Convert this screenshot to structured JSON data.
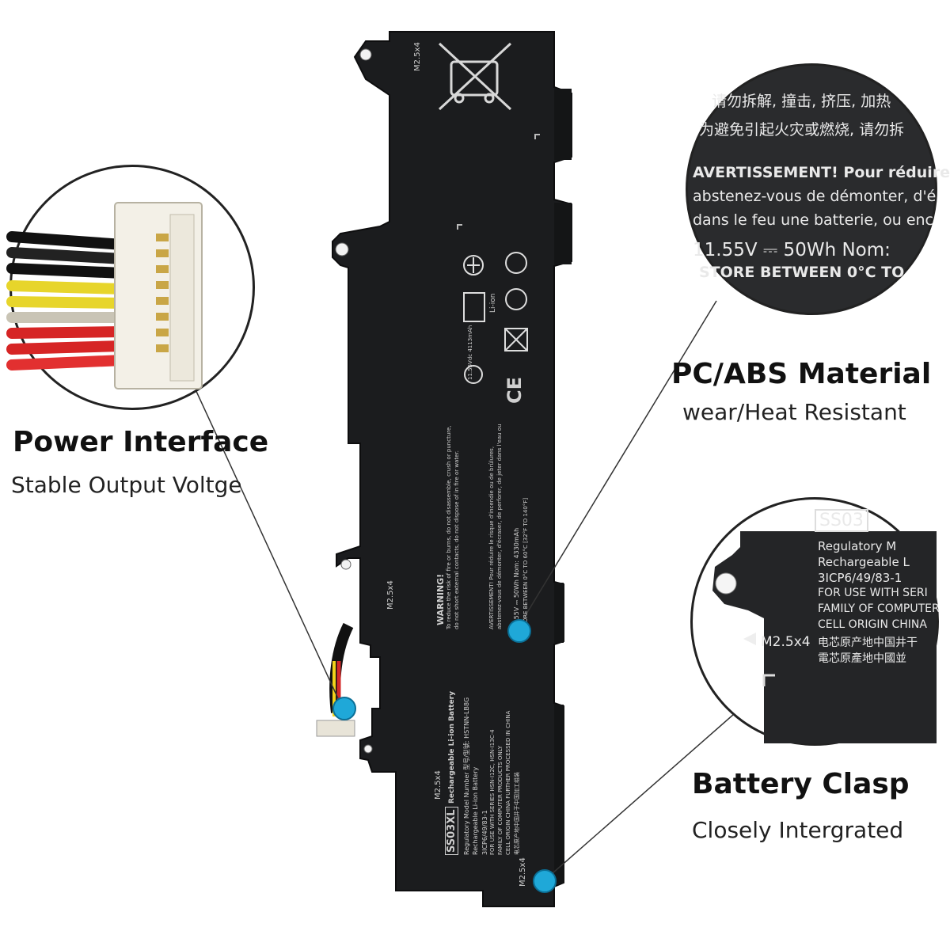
{
  "features": {
    "power": {
      "title": "Power Interface",
      "subtitle": "Stable Output Voltge"
    },
    "material": {
      "title": "PC/ABS Material",
      "subtitle": "wear/Heat Resistant"
    },
    "clasp": {
      "title": "Battery Clasp",
      "subtitle": "Closely Intergrated"
    }
  },
  "zoom_material": {
    "line1": "请勿拆解, 撞击, 挤压, 加热",
    "line2": "为避免引起火灾或燃烧, 请勿拆",
    "line3": "AVERTISSEMENT! Pour réduire",
    "line4": "abstenez-vous de démonter, d'é",
    "line5": "dans le feu une batterie, ou enc",
    "line6": "11.55V ⎓ 50Wh Nom:",
    "line7": "STORE BETWEEN 0°C TO"
  },
  "zoom_clasp": {
    "model": "SS03",
    "line1": "Regulatory M",
    "line2": "Rechargeable L",
    "line3": "3ICP6/49/83-1",
    "line4": "FOR USE WITH SERI",
    "line5": "FAMILY OF COMPUTER",
    "line6": "CELL ORIGIN CHINA",
    "line7": "电芯原产地中国井干",
    "line8": "電芯原產地中國並",
    "screw": "M2.5x4"
  },
  "battery": {
    "screw_label": "M2.5x4",
    "warning": "WARNING!",
    "warn1": "To reduce the risk of fire or burns, do not disassemble, crush or puncture,",
    "warn2": "do not short external contacts, do not dispose of in fire or water.",
    "avert": "AVERTISSEMENT! Pour réduire le risque d'incendie ou de brûlures,",
    "avert2": "abstenez-vous de démonter, d'écraser, de perforer, de jeter dans l'eau ou",
    "spec": "11.55V ⎓ 50Wh Nom: 4330mAh",
    "store": "STORE BETWEEN 0°C TO 60°C [32°F TO 140°F]",
    "model": "SS03XL",
    "model_desc": "Rechargeable Li-ion Battery",
    "reg": "Regulatory Model Number 型号/型號: HSTNN-LB8G",
    "rech": "Rechargeable Li-ion Battery",
    "cells": "3ICP6/49/83-1",
    "foruse": "FOR USE WITH SERIES HSN-I12C, HSN-I13C-4",
    "family": "FAMILY OF COMPUTER PRODUCTS ONLY",
    "origin": "CELL ORIGIN CHINA  FURTHER PROCESSED IN CHINA",
    "cn1": "电芯原产地中国井于中国加工组装",
    "liion": "Li-ion",
    "ce": "CE",
    "volt": "11.55Vdc 4113mAh"
  }
}
